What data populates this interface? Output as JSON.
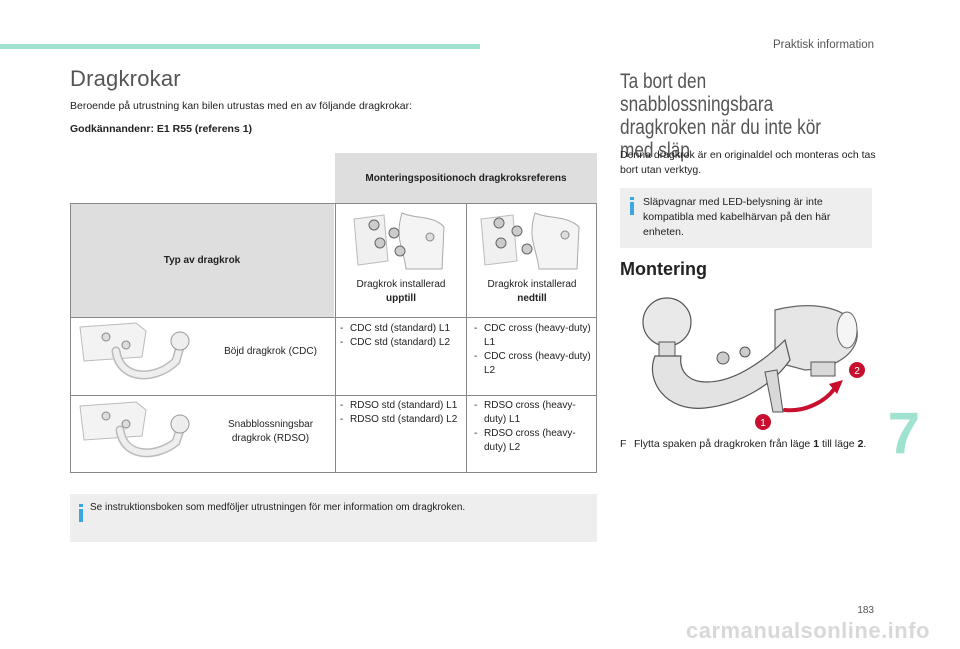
{
  "header": {
    "section": "Praktisk information"
  },
  "left": {
    "title": "Dragkrokar",
    "intro": "Beroende på utrustning kan bilen utrustas med en av följande dragkrokar:",
    "approval": "Godkännandenr: E1 R55 (referens 1)"
  },
  "table": {
    "header": "Monteringspositionoch dragkroksreferens",
    "type_header": "Typ av dragkrok",
    "pos_upper": {
      "line1": "Dragkrok installerad",
      "line2": "upptill"
    },
    "pos_lower": {
      "line1": "Dragkrok installerad",
      "line2": "nedtill"
    },
    "rows": [
      {
        "label": "Böjd dragkrok (CDC)",
        "upper": [
          "CDC std (standard) L1",
          "CDC std (standard) L2"
        ],
        "lower": [
          "CDC cross (heavy-duty) L1",
          "CDC cross (heavy-duty) L2"
        ]
      },
      {
        "label": "Snabblossningsbar dragkrok (RDSO)",
        "upper": [
          "RDSO std (standard) L1",
          "RDSO std (standard) L2"
        ],
        "lower": [
          "RDSO cross (heavy-duty) L1",
          "RDSO cross (heavy-duty) L2"
        ]
      }
    ]
  },
  "info_left": "Se instruktionsboken som medföljer utrustningen för mer information om dragkroken.",
  "right": {
    "title": "Ta bort den snabblossningsbara dragkroken när du inte kör med släp",
    "desc": "Denna dragkrok är en originaldel och monteras och tas bort utan verktyg.",
    "info": "Släpvagnar med LED-belysning är inte kompatibla med kabelhärvan på den här enheten.",
    "mont_title": "Montering",
    "badge1": "1",
    "badge2": "2",
    "step_arrow": "F",
    "step_pre": "Flytta spaken på dragkroken från läge ",
    "step_pos1": "1",
    "step_mid": " till läge ",
    "step_pos2": "2",
    "step_end": "."
  },
  "chapter": "7",
  "page_number": "183",
  "watermark": "carmanualsonline.info",
  "colors": {
    "accent": "#9fe2cf",
    "info_icon": "#3aa7e0",
    "badge": "#c8102e",
    "arrow": "#c8102e"
  },
  "icons": {
    "info": "info-icon"
  }
}
